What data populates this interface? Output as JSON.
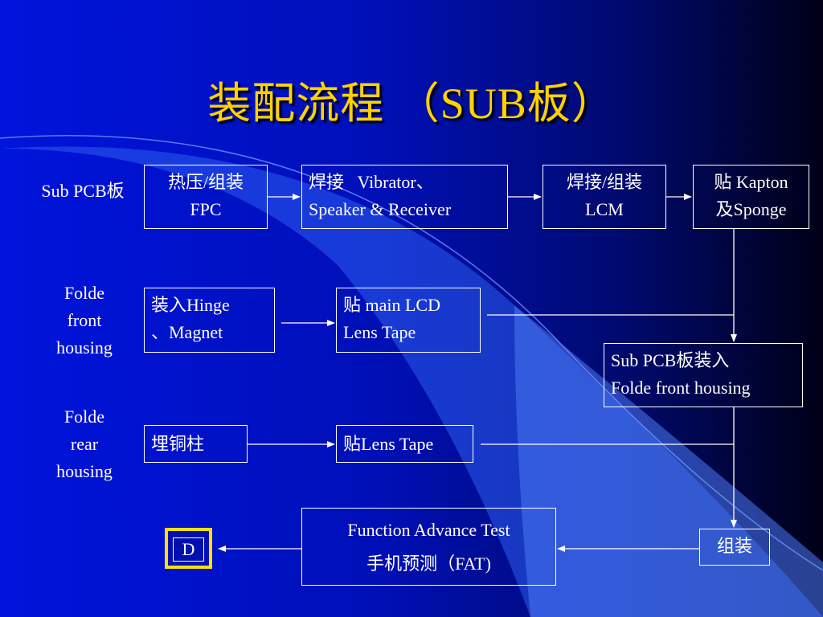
{
  "slide": {
    "title": "装配流程 （SUB板）"
  },
  "rows": {
    "sub_pcb": {
      "label": "Sub PCB板"
    },
    "front": {
      "label_lines": [
        "Folde",
        "front",
        "housing"
      ]
    },
    "rear": {
      "label_lines": [
        "Folde",
        "rear",
        "housing"
      ]
    }
  },
  "boxes": {
    "hot_press_fpc": {
      "lines": [
        "热压/组装",
        "FPC"
      ]
    },
    "weld_vibrator": {
      "lines": [
        "焊接   Vibrator、",
        "Speaker & Receiver"
      ]
    },
    "weld_lcm": {
      "lines": [
        "焊接/组装",
        "LCM"
      ]
    },
    "kapton_sponge": {
      "lines": [
        "贴 Kapton",
        "及Sponge"
      ]
    },
    "hinge_magnet": {
      "lines": [
        "装入Hinge",
        "、Magnet"
      ]
    },
    "main_lcd_tape": {
      "lines": [
        "贴 main LCD",
        "Lens Tape"
      ]
    },
    "sub_pcb_front": {
      "lines": [
        "Sub PCB板装入",
        "Folde front housing"
      ]
    },
    "copper_post": {
      "lines": [
        "埋铜柱"
      ]
    },
    "lens_tape": {
      "lines": [
        "贴Lens Tape"
      ]
    },
    "fat": {
      "lines": [
        "Function Advance Test",
        "手机预测（FAT)"
      ]
    },
    "assemble": {
      "lines": [
        "组装"
      ]
    },
    "d": {
      "label": "D"
    }
  },
  "colors": {
    "title": "#ffd200",
    "text": "#ffffff",
    "highlight_border": "#ffe000"
  }
}
